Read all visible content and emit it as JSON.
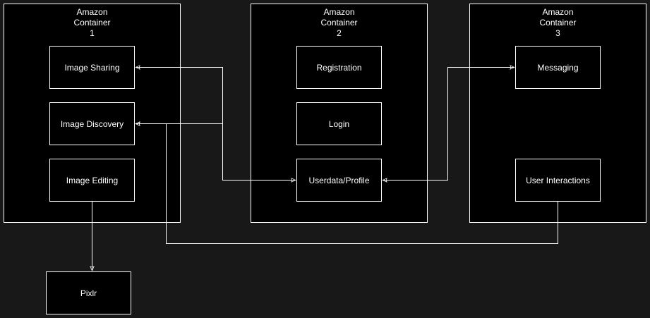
{
  "diagram": {
    "containers": [
      {
        "id": "c1",
        "title": "Amazon\nContainer\n1"
      },
      {
        "id": "c2",
        "title": "Amazon\nContainer\n2"
      },
      {
        "id": "c3",
        "title": "Amazon\nContainer\n3"
      }
    ],
    "nodes": {
      "image_sharing": "Image Sharing",
      "image_discovery": "Image Discovery",
      "image_editing": "Image Editing",
      "registration": "Registration",
      "login": "Login",
      "userdata_profile": "Userdata/Profile",
      "messaging": "Messaging",
      "user_interactions": "User Interactions",
      "pixlr": "Pixlr"
    },
    "edges": [
      {
        "from": "userdata_profile",
        "to": "image_sharing",
        "arrow": "start-and-end"
      },
      {
        "from": "userdata_profile",
        "to": "image_discovery",
        "arrow": "end"
      },
      {
        "from": "userdata_profile",
        "to": "messaging",
        "arrow": "start-and-end"
      },
      {
        "from": "user_interactions",
        "to": "image_discovery",
        "arrow": "end"
      },
      {
        "from": "image_editing",
        "to": "pixlr",
        "arrow": "end"
      }
    ],
    "colors": {
      "page_background": "#181818",
      "shape_fill": "#000000",
      "stroke": "#ffffff",
      "text": "#ffffff"
    }
  }
}
